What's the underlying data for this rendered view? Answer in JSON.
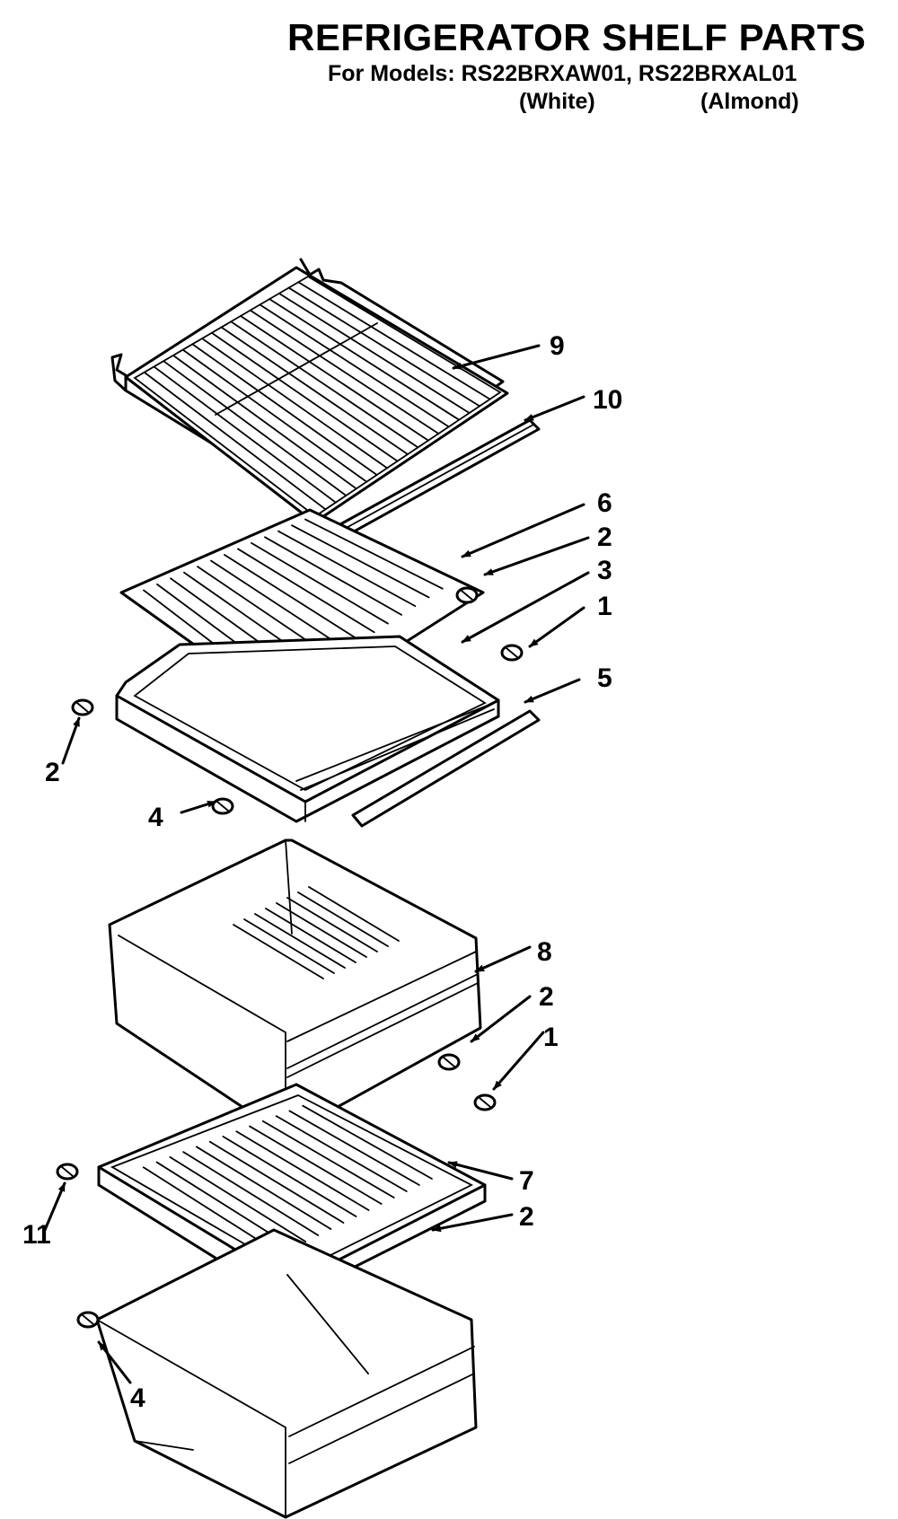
{
  "header": {
    "title": "REFRIGERATOR SHELF PARTS",
    "models_line": "For Models: RS22BRXAW01, RS22BRXAL01",
    "variant_white": "(White)",
    "variant_almond": "(Almond)"
  },
  "callouts": [
    "9",
    "10",
    "6",
    "2",
    "3",
    "1",
    "5",
    "2",
    "4",
    "8",
    "2",
    "1",
    "7",
    "2",
    "11",
    "4"
  ]
}
